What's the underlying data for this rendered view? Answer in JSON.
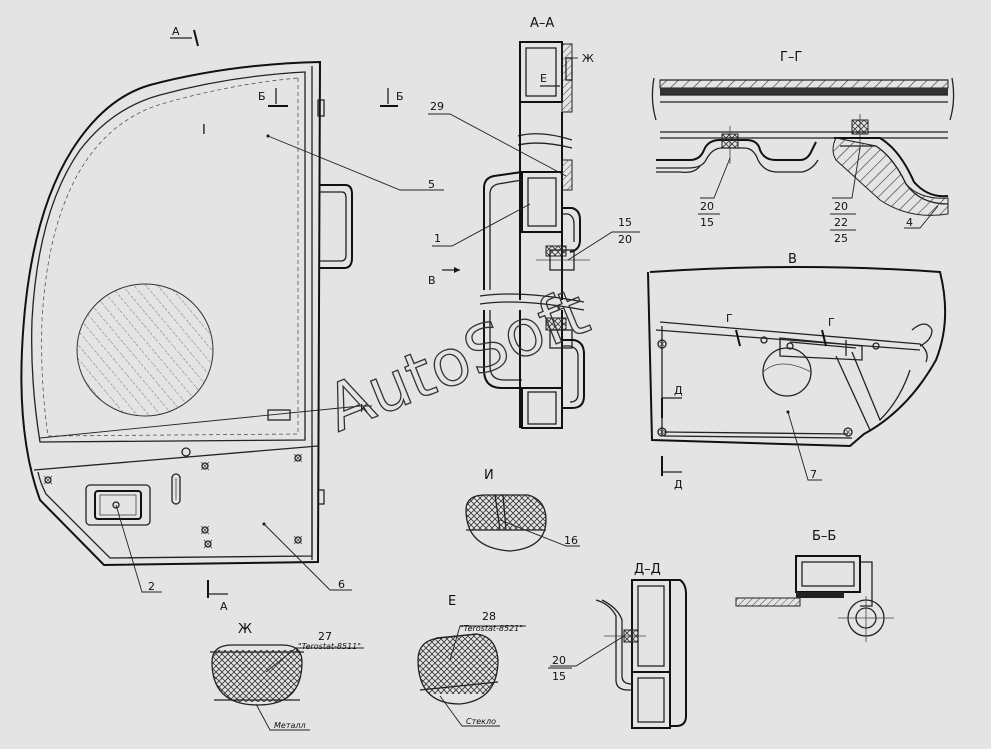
{
  "sections": {
    "aa": "А–А",
    "gg": "Г–Г",
    "v": "В",
    "i": "И",
    "dd": "Д–Д",
    "bb": "Б–Б",
    "zh": "Ж",
    "e": "Е"
  },
  "cut_marks": {
    "a": "А",
    "b": "Б",
    "g": "Г",
    "d": "Д",
    "v": "В",
    "k": "К",
    "e": "Е",
    "zh": "Ж"
  },
  "view_number": "I",
  "callouts": {
    "c1": "1",
    "c2": "2",
    "c4": "4",
    "c5": "5",
    "c6": "6",
    "c7": "7",
    "c15": "15",
    "c16": "16",
    "c20": "20",
    "c22": "22",
    "c25": "25",
    "c27": "27",
    "c28": "28",
    "c29": "29"
  },
  "materials": {
    "terostat_8511": "\"Terostat-8511\"",
    "terostat_8521": "\"Terostat-8521\"",
    "metal": "Металл",
    "glass": "Стекло"
  },
  "watermark": "AutoSoft"
}
